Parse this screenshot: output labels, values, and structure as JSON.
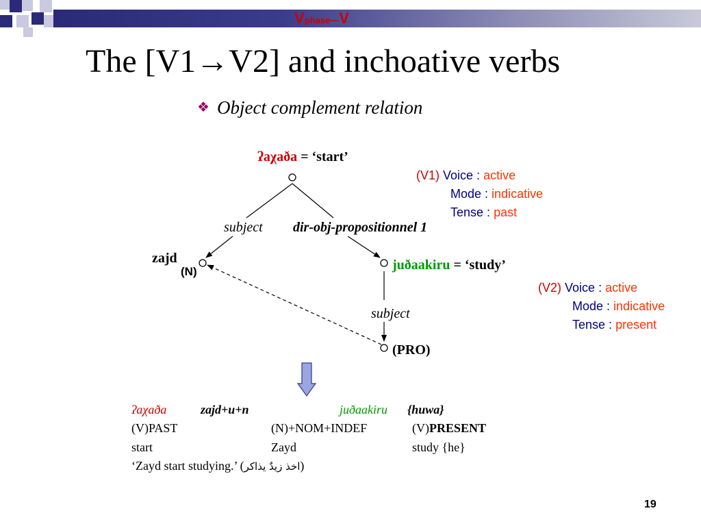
{
  "header": {
    "phase_main_1": "V",
    "phase_sub": "phase—",
    "phase_main_2": "V",
    "colors": {
      "band_dark": "#2a2a78",
      "square_dark": "#2a2a78",
      "square_light": "#c9c9e0"
    }
  },
  "title": "The [V1→V2] and inchoative verbs",
  "subtitle": {
    "bullet_icon": "four-diamond-bullet-icon",
    "text": "Object complement relation"
  },
  "diagram": {
    "root": {
      "word": "ʔaχaða",
      "gloss": " = ‘start’"
    },
    "edge_subject_1": "subject",
    "edge_dirobj": "dir-obj-propositionnel 1",
    "left_node": {
      "word": "zajd",
      "tag": "(N)"
    },
    "right_node": {
      "word": "juðaakiru",
      "gloss": " = ‘study’"
    },
    "edge_subject_2": "subject",
    "pro_node": "(PRO)",
    "down_arrow_icon": "down-arrow-icon"
  },
  "v1_features": {
    "label": "(V1)",
    "rows": [
      {
        "key": "Voice :",
        "value": "active"
      },
      {
        "key": "Mode :",
        "value": "indicative"
      },
      {
        "key": "Tense :",
        "value": "past"
      }
    ]
  },
  "v2_features": {
    "label": "(V2)",
    "rows": [
      {
        "key": "Voice :",
        "value": "active"
      },
      {
        "key": "Mode :",
        "value": "indicative"
      },
      {
        "key": "Tense :",
        "value": "present"
      }
    ]
  },
  "gloss_table": {
    "row1": {
      "c1": "ʔaχaða",
      "c2": "zajd+u+n",
      "c3": "juðaakiru",
      "c4": "{huwa}"
    },
    "row2": {
      "c1": "(V)PAST",
      "c2": "(N)+NOM+INDEF",
      "c3a": "(V)",
      "c3b": "PRESENT"
    },
    "row3": {
      "c1": "start",
      "c2": "Zayd",
      "c3": "study {he}"
    },
    "row4": {
      "translation": "‘Zayd start studying.’ (",
      "arabic": "اخذ زيدٌ يذاكر",
      "close": ")"
    }
  },
  "page_number": "19"
}
